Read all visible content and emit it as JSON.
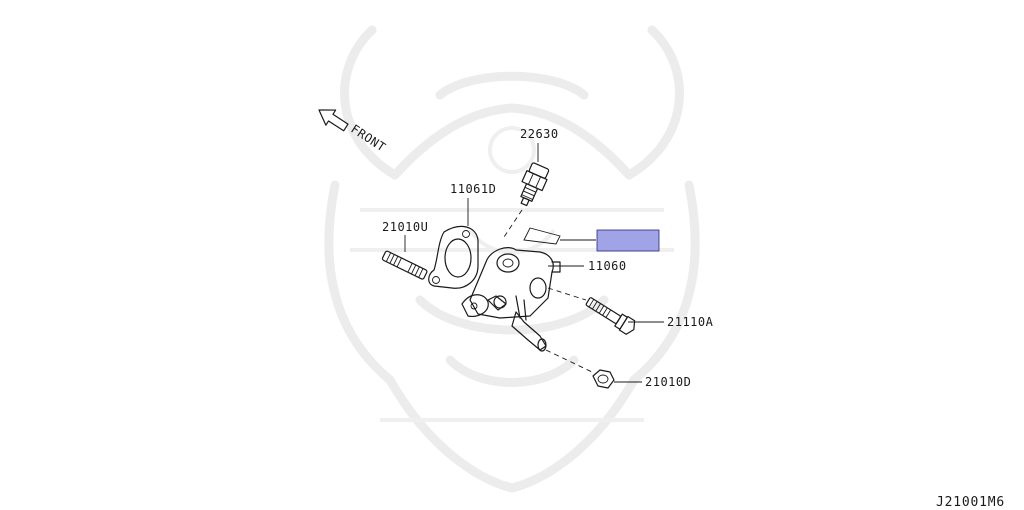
{
  "diagram": {
    "labels": {
      "sensor": "22630",
      "gasket": "11061D",
      "stud": "21010U",
      "housing": "11060",
      "bolt": "21110A",
      "nut": "21010D"
    },
    "direction_label": "FRONT",
    "reference_code": "J21001M6",
    "highlight_color": "#a0a4e6"
  }
}
